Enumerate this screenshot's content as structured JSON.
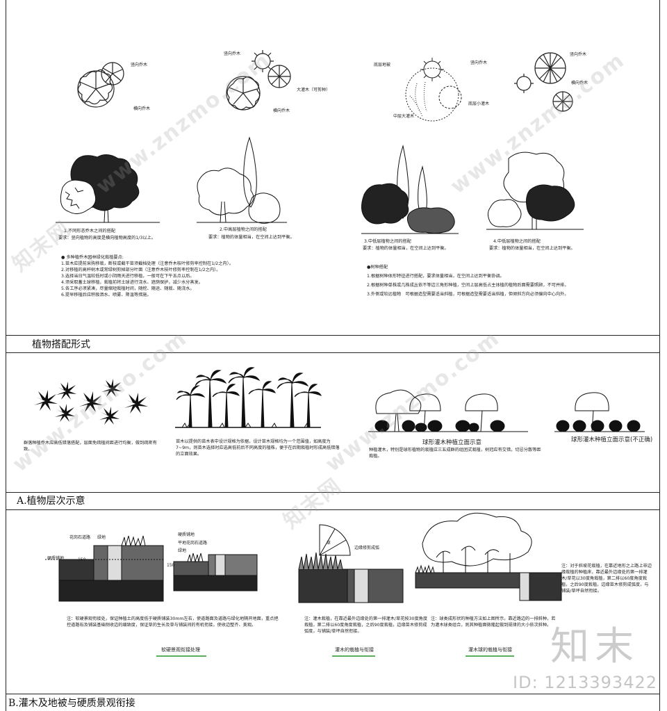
{
  "sections": {
    "top_title": "植物搭配形式",
    "mid_title": "A.植物层次示意",
    "bottom_title": "B.灌木及地被与硬质景观衔接"
  },
  "plan_labels": {
    "p1_a": "竖向乔木",
    "p1_b": "横向乔木",
    "p2_a": "竖向乔木",
    "p2_b": "大灌木（可剪种）",
    "p2_c": "横向乔木",
    "p3_a": "底层地被",
    "p3_b": "竖向乔木",
    "p3_c": "底层小灌木",
    "p3_d": "中层大灌木",
    "p4_a": "竖向乔木",
    "p4_b": "横向乔木"
  },
  "elevation_notes": {
    "n1_title": "1.不同形态乔木之间的搭配",
    "n1_body": "要求：竖向植物的高度是横向植物高度的1/3以上。",
    "n2_title": "2.中高层植物之间的搭配",
    "n2_body": "要求：植物的体量相当，在空间上达到平衡。",
    "n3_title": "3.中低层植物之间的搭配",
    "n3_body": "要求：植物的体量相当，在空间上达到平衡。",
    "n4_title": "4.中低层植物之间的搭配",
    "n4_body": "要求：植物的体量相当，在空间上达到平衡。"
  },
  "left_list": [
    "● 多种植乔木园林绿化栽植要点:",
    "1.苗木应提前采购移栽，断枝或截干苗须截档处理（注意乔木枝叶修剪率控制在1/2之内）。",
    "2.对移植的高杆树木或常绿树剪掉部分叶面（注意乔木枝叶修剪率控制在1/2之内）。",
    "3.选择当日气温较低时或小阴雨天进行移植，一般可在下午五点以后。",
    "4.须采取蓄土球移植，栽植前将土球进行浇水、遮荫保护，减少水分蒸发。",
    "5.各工序必须紧凑，尽量缩短栽植时间，随挖、随运、随栽、随浇水。",
    "6.提早移植后应积极洒水、喷雾、降温等措施。"
  ],
  "right_list": [
    "●树种搭配",
    "1.根据树种体形特征进行搭配，要求体量相当，在空间上达到平衡协调。",
    "2.根据树种单株或几株成丛依不等边三角形种植，空间上层高低占主体植的植物后面需要照顾，不可并排。",
    "3.外侧或较远植物　可根据造型需要适当斜植，可根据造型需要适当斜植，但倾斜方向必须偏向中心向外。"
  ],
  "layer_notes": {
    "palm_cluster": "群落种植乔木应高低错落搭配，层面免疏植间距进行均衡，做到疏密有致。",
    "palm_row": "苗木以提供的苗木表中设计规格为依据，设计苗木规格均为一个范围值，如高度为7~9m，则苗木选择时应选高低前后不同高度的植株，便于在后期栽植时形成高低错落的立面效果。",
    "ball_title": "球形灌木种植立面示意",
    "ball_body": "种植灌木，特别是球形植物的栽植应三五成群的组团式栽植，树冠应有交错，切忌分散等距栽植。",
    "ball_title_2": "球形灌木种植立面示意(不正确)"
  },
  "section_labels": {
    "s1_a": "花岗石道路",
    "s1_b": "绿地",
    "s1_c": "硬质铺地",
    "s1_d": "150",
    "s2_a": "硬质铺地",
    "s2_b": "平地花岗石道路",
    "s2_c": "绿地",
    "s2_d": "150",
    "s3_a": "边缘修剪成弧",
    "s3_b": "草"
  },
  "section_notes": {
    "n1": "注：软硬景观衔接处，保证种植土的高度低于硬质铺装30mm左右，使道路面及道路与绿化地隔开地面，重点把控道路石及铺装基础侧收边的细致度，保证草的生长及草与铺装间的有机衔接，使收边整齐、美观。",
    "n2": "注：灌木栽植，在靠近最外边缘处的第一排灌木/草花按30度角度栽植，第二排以60度角度栽植，之后90度栽植，边缘苗木修剪成弧度，与铺装/草坪自然衔接。",
    "n3": "注：球类成形状的种植方法如上图所示，靠近路边的一排斜种，若为灌木球类组合，则其种植面微隆起做到规律的大小依次斜种。",
    "n4": "注：对于斜坡花栽植，在靠近地形之上路上非边缘栽植的种植床，靠近最外边缘处的第一排灌木/草花以30度角栽植，第二排以60度角度栽植，之后90度栽植，边缘苗木修剪成弧度，与铺装/草坪自然衔接。",
    "cap1": "软硬景观衔接处理",
    "cap2": "灌木的栽植与衔接",
    "cap3": "灌木球的栽植与衔接"
  },
  "watermark": {
    "site": "www.znzmo.com",
    "brand": "知末网",
    "logo": "知末",
    "id": "ID: 1213393422"
  },
  "colors": {
    "line": "#222222",
    "underline": "#5ab05a"
  }
}
